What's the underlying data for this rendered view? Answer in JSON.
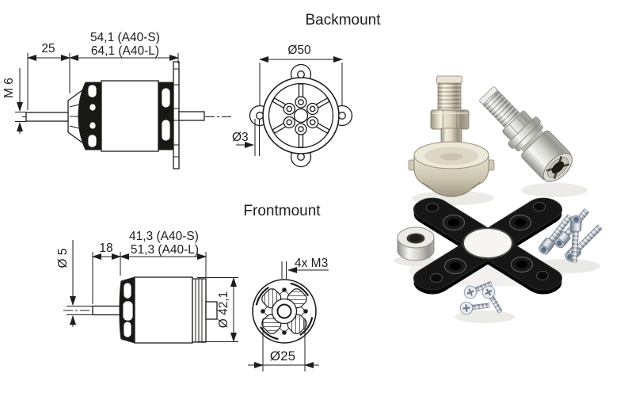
{
  "titles": {
    "backmount": "Backmount",
    "frontmount": "Frontmount"
  },
  "drawings": {
    "side_top": {
      "dim_front_offset": "25",
      "dim_total_s": "54,1 (A40-S)",
      "dim_total_l": "64,1 (A40-L)",
      "dim_shaft_thread": "M 6"
    },
    "backmount_view": {
      "dim_mount_circle": "Ø50",
      "dim_mount_hole": "Ø3"
    },
    "side_bottom": {
      "dim_shaft_length": "18",
      "dim_total_s": "41,3 (A40-S)",
      "dim_total_l": "51,3 (A40-L)",
      "dim_shaft_dia": "Ø 5",
      "dim_body_dia": "Ø 42,1"
    },
    "frontmount_view": {
      "dim_screw_holes": "4x M3",
      "dim_bolt_circle": "Ø25"
    }
  },
  "photo": {
    "parts": [
      "prop-adapter-with-hex-nut",
      "prop-adapter-collet-type",
      "motor-mount-cross",
      "shaft-collar",
      "socket-head-screws",
      "countersunk-screws"
    ]
  },
  "colors": {
    "background": "#ffffff",
    "line": "#1d1d1b",
    "mount_black": "#141414",
    "metal_warm": "#d9d3c2",
    "metal_bright": "#e9e9e6",
    "zinc": "#dfe4e9"
  }
}
